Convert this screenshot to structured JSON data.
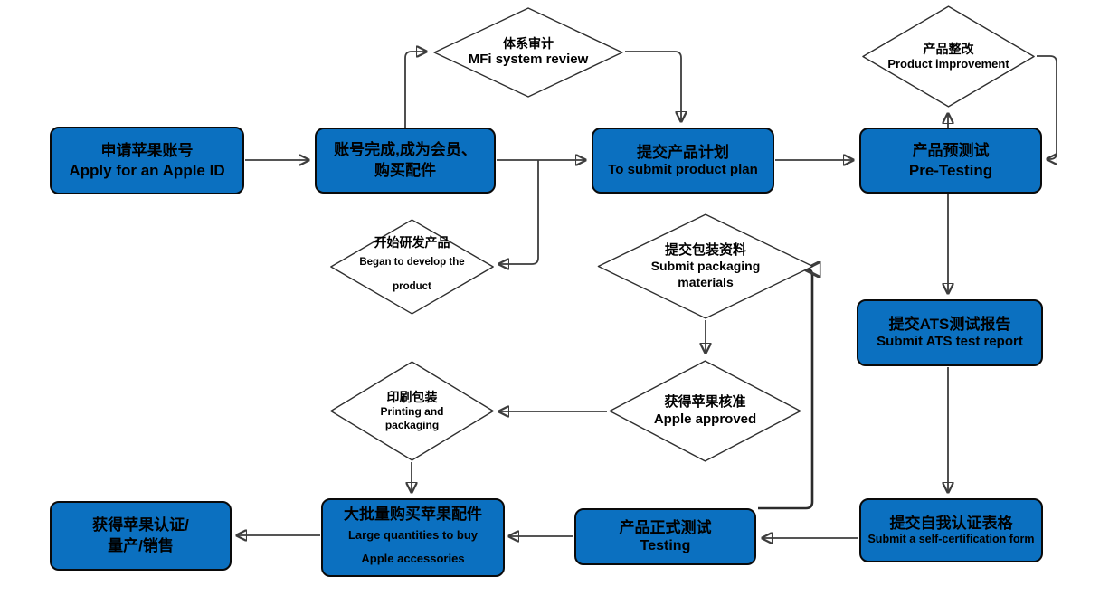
{
  "flowchart": {
    "description": "MFi certification process flowchart",
    "colors": {
      "box_fill": "#0b70c0",
      "box_border": "#0a0a0a",
      "diamond_fill": "#ffffff",
      "diamond_border": "#2f2f2f",
      "connector": "#3d3d3d",
      "background": "#ffffff"
    },
    "nodes": {
      "apply_id": {
        "cn": "申请苹果账号",
        "en": "Apply for an Apple ID"
      },
      "account_member": {
        "cn": "账号完成,成为会员、\n购买配件",
        "en": ""
      },
      "mfi_review": {
        "cn": "体系审计",
        "en": "MFi system review"
      },
      "submit_plan": {
        "cn": "提交产品计划",
        "en": "To submit product plan"
      },
      "product_improvement": {
        "cn": "产品整改",
        "en": "Product improvement"
      },
      "pre_testing": {
        "cn": "产品预测试",
        "en": "Pre-Testing"
      },
      "develop_product": {
        "cn": "开始研发产品",
        "en": "Began to develop the\nproduct"
      },
      "packaging_materials": {
        "cn": "提交包装资料",
        "en": "Submit packaging\nmaterials"
      },
      "ats_report": {
        "cn": "提交ATS测试报告",
        "en": "Submit ATS test report"
      },
      "printing_packaging": {
        "cn": "印刷包装",
        "en": "Printing and\npackaging"
      },
      "apple_approved": {
        "cn": "获得苹果核准",
        "en": "Apple approved"
      },
      "self_certification": {
        "cn": "提交自我认证表格",
        "en": "Submit a self-certification form"
      },
      "testing": {
        "cn": "产品正式测试",
        "en": "Testing"
      },
      "buy_accessories": {
        "cn": "大批量购买苹果配件",
        "en": "Large quantities to buy\nApple accessories"
      },
      "certified": {
        "cn": "获得苹果认证/\n量产/销售",
        "en": ""
      }
    }
  }
}
